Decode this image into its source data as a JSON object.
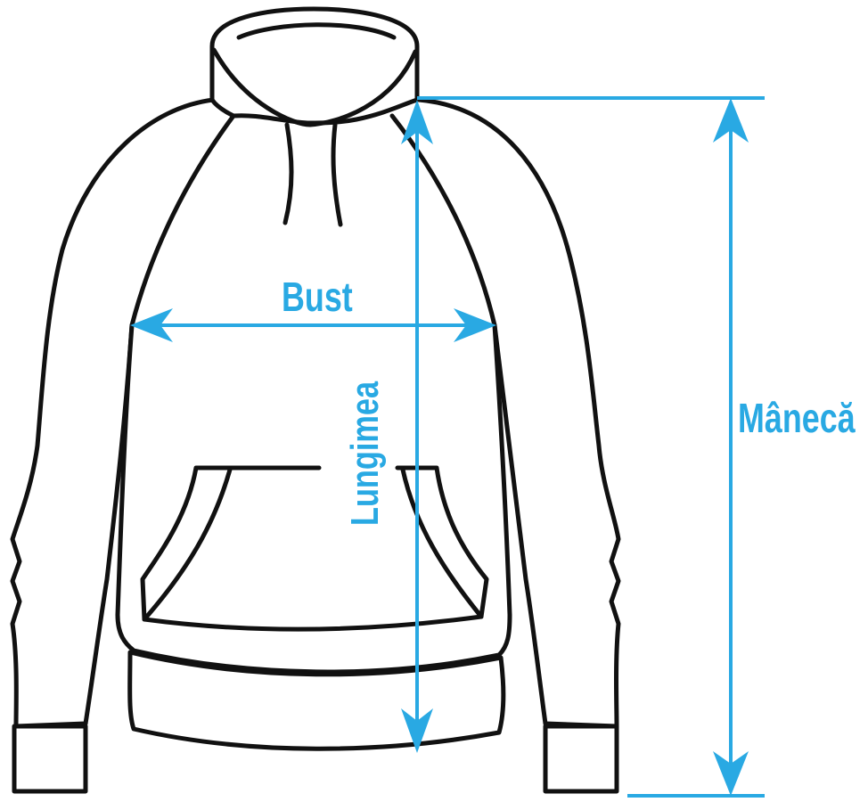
{
  "labels": {
    "bust": "Bust",
    "length": "Lungimea",
    "sleeve": "Mânecă"
  },
  "colors": {
    "measure": "#29a9e3",
    "outline": "#111111",
    "background": "#ffffff"
  },
  "icons": {
    "garment": "hoodie-outline-icon",
    "arrows": "double-arrow-icon"
  }
}
